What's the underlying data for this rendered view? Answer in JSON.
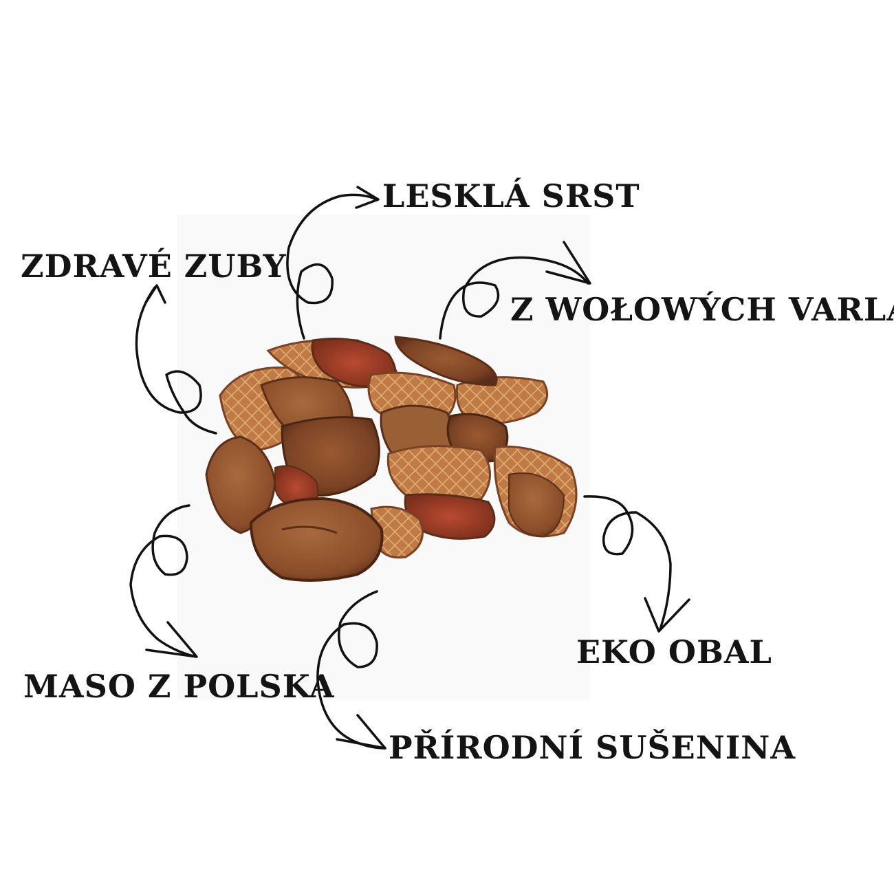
{
  "labels": {
    "leskla_srst": "LESKLÁ SRST",
    "zdrave_zuby": "ZDRAVÉ ZUBY",
    "z_wolowych_varlat": "Z WOŁOWÝCH VARLAT",
    "eko_obal": "EKO OBAL",
    "maso_z_polska": "MASO Z POLSKA",
    "prirodni_susenina": "PŘÍRODNÍ SUŠENINA"
  },
  "colors": {
    "text": "#141414",
    "meat_light": "#b06a3a",
    "meat_dark": "#7a3f22",
    "meat_red": "#a0402a"
  }
}
